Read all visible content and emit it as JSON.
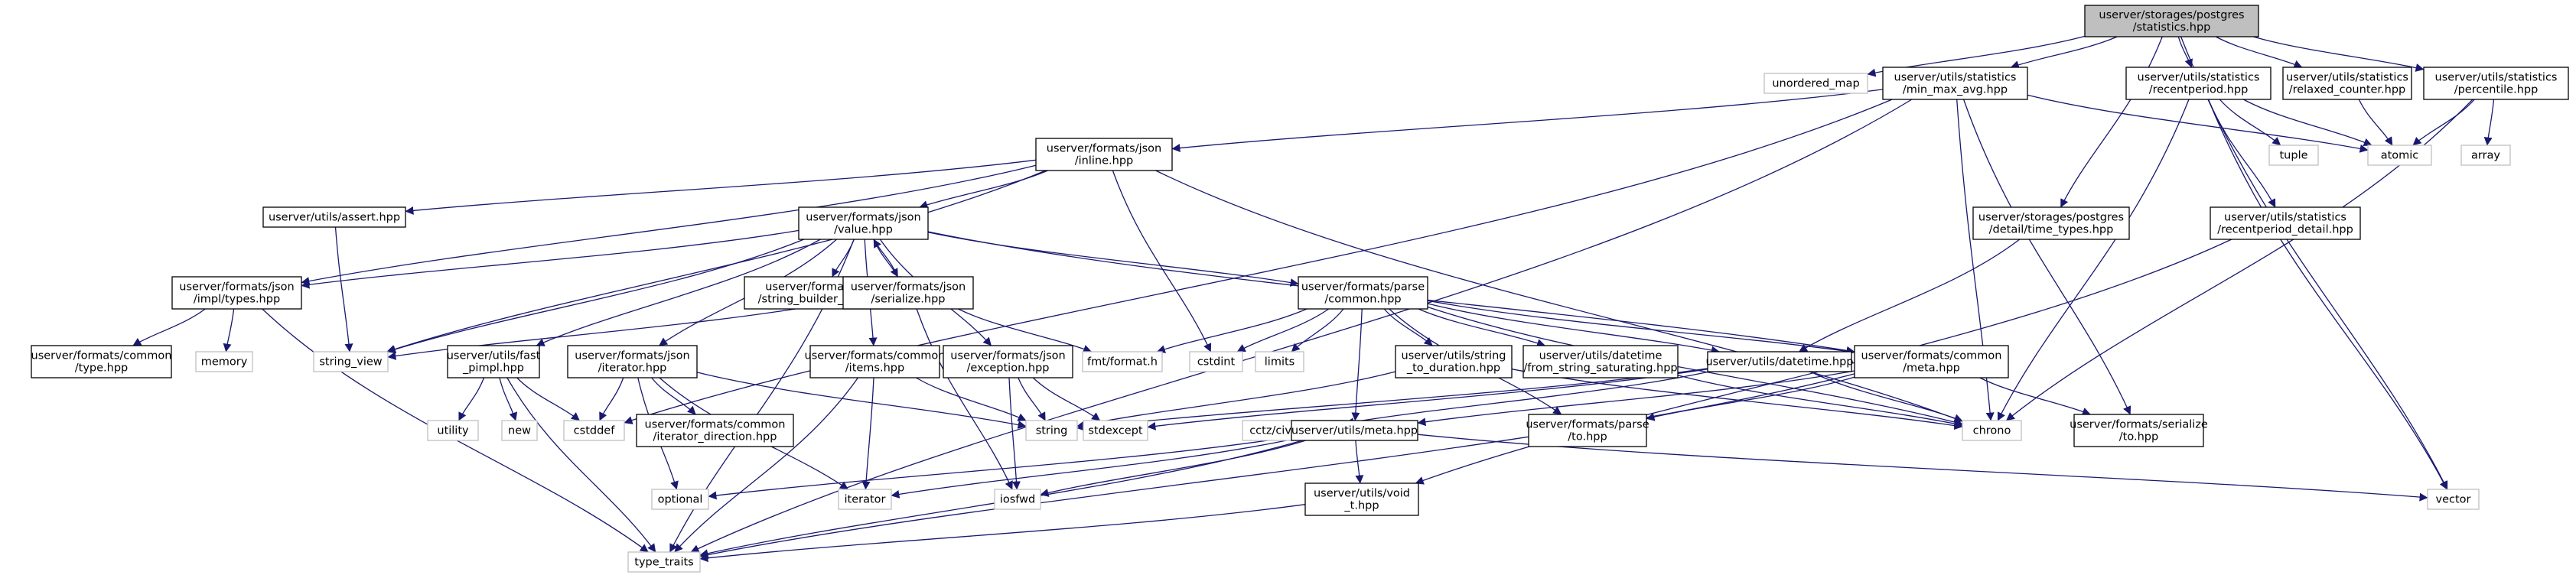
{
  "graph": {
    "nodes": [
      {
        "id": "root",
        "lines": [
          "userver/storages/postgres",
          "/statistics.hpp"
        ],
        "kind": "root"
      },
      {
        "id": "unordered_map",
        "lines": [
          "unordered_map"
        ],
        "kind": "ext"
      },
      {
        "id": "min_max_avg",
        "lines": [
          "userver/utils/statistics",
          "/min_max_avg.hpp"
        ],
        "kind": "file"
      },
      {
        "id": "recentperiod",
        "lines": [
          "userver/utils/statistics",
          "/recentperiod.hpp"
        ],
        "kind": "file"
      },
      {
        "id": "relaxed_counter",
        "lines": [
          "userver/utils/statistics",
          "/relaxed_counter.hpp"
        ],
        "kind": "file"
      },
      {
        "id": "percentile",
        "lines": [
          "userver/utils/statistics",
          "/percentile.hpp"
        ],
        "kind": "file"
      },
      {
        "id": "tuple",
        "lines": [
          "tuple"
        ],
        "kind": "ext"
      },
      {
        "id": "atomic",
        "lines": [
          "atomic"
        ],
        "kind": "ext"
      },
      {
        "id": "array",
        "lines": [
          "array"
        ],
        "kind": "ext"
      },
      {
        "id": "json_inline",
        "lines": [
          "userver/formats/json",
          "/inline.hpp"
        ],
        "kind": "file"
      },
      {
        "id": "utils_assert",
        "lines": [
          "userver/utils/assert.hpp"
        ],
        "kind": "file"
      },
      {
        "id": "json_value",
        "lines": [
          "userver/formats/json",
          "/value.hpp"
        ],
        "kind": "file"
      },
      {
        "id": "time_types",
        "lines": [
          "userver/storages/postgres",
          "/detail/time_types.hpp"
        ],
        "kind": "file"
      },
      {
        "id": "recentperiod_detail",
        "lines": [
          "userver/utils/statistics",
          "/recentperiod_detail.hpp"
        ],
        "kind": "file"
      },
      {
        "id": "json_impl_types",
        "lines": [
          "userver/formats/json",
          "/impl/types.hpp"
        ],
        "kind": "file"
      },
      {
        "id": "string_builder_fwd",
        "lines": [
          "userver/formats/json",
          "/string_builder_fwd.hpp"
        ],
        "kind": "file"
      },
      {
        "id": "json_serialize",
        "lines": [
          "userver/formats/json",
          "/serialize.hpp"
        ],
        "kind": "file"
      },
      {
        "id": "parse_common",
        "lines": [
          "userver/formats/parse",
          "/common.hpp"
        ],
        "kind": "file"
      },
      {
        "id": "common_type",
        "lines": [
          "userver/formats/common",
          "/type.hpp"
        ],
        "kind": "file"
      },
      {
        "id": "memory",
        "lines": [
          "memory"
        ],
        "kind": "ext"
      },
      {
        "id": "string_view",
        "lines": [
          "string_view"
        ],
        "kind": "ext"
      },
      {
        "id": "fast_pimpl",
        "lines": [
          "userver/utils/fast",
          "_pimpl.hpp"
        ],
        "kind": "file"
      },
      {
        "id": "json_iterator",
        "lines": [
          "userver/formats/json",
          "/iterator.hpp"
        ],
        "kind": "file"
      },
      {
        "id": "common_items",
        "lines": [
          "userver/formats/common",
          "/items.hpp"
        ],
        "kind": "file"
      },
      {
        "id": "json_exception",
        "lines": [
          "userver/formats/json",
          "/exception.hpp"
        ],
        "kind": "file"
      },
      {
        "id": "fmt_format",
        "lines": [
          "fmt/format.h"
        ],
        "kind": "ext"
      },
      {
        "id": "cstdint",
        "lines": [
          "cstdint"
        ],
        "kind": "ext"
      },
      {
        "id": "limits",
        "lines": [
          "limits"
        ],
        "kind": "ext"
      },
      {
        "id": "string_to_duration",
        "lines": [
          "userver/utils/string",
          "_to_duration.hpp"
        ],
        "kind": "file"
      },
      {
        "id": "from_string_saturating",
        "lines": [
          "userver/utils/datetime",
          "/from_string_saturating.hpp"
        ],
        "kind": "file"
      },
      {
        "id": "utils_datetime",
        "lines": [
          "userver/utils/datetime.hpp"
        ],
        "kind": "file"
      },
      {
        "id": "common_meta",
        "lines": [
          "userver/formats/common",
          "/meta.hpp"
        ],
        "kind": "file"
      },
      {
        "id": "utility",
        "lines": [
          "utility"
        ],
        "kind": "ext"
      },
      {
        "id": "new",
        "lines": [
          "new"
        ],
        "kind": "ext"
      },
      {
        "id": "cstddef",
        "lines": [
          "cstddef"
        ],
        "kind": "ext"
      },
      {
        "id": "iterator_direction",
        "lines": [
          "userver/formats/common",
          "/iterator_direction.hpp"
        ],
        "kind": "file"
      },
      {
        "id": "string",
        "lines": [
          "string"
        ],
        "kind": "ext"
      },
      {
        "id": "stdexcept",
        "lines": [
          "stdexcept"
        ],
        "kind": "ext"
      },
      {
        "id": "cctz_civil_time",
        "lines": [
          "cctz/civil_time.h"
        ],
        "kind": "ext"
      },
      {
        "id": "utils_meta",
        "lines": [
          "userver/utils/meta.hpp"
        ],
        "kind": "file"
      },
      {
        "id": "parse_to",
        "lines": [
          "userver/formats/parse",
          "/to.hpp"
        ],
        "kind": "file"
      },
      {
        "id": "chrono",
        "lines": [
          "chrono"
        ],
        "kind": "ext"
      },
      {
        "id": "serialize_to",
        "lines": [
          "userver/formats/serialize",
          "/to.hpp"
        ],
        "kind": "file"
      },
      {
        "id": "optional",
        "lines": [
          "optional"
        ],
        "kind": "ext"
      },
      {
        "id": "iterator",
        "lines": [
          "iterator"
        ],
        "kind": "ext"
      },
      {
        "id": "iosfwd",
        "lines": [
          "iosfwd"
        ],
        "kind": "ext"
      },
      {
        "id": "void_t",
        "lines": [
          "userver/utils/void",
          "_t.hpp"
        ],
        "kind": "file"
      },
      {
        "id": "vector",
        "lines": [
          "vector"
        ],
        "kind": "ext"
      },
      {
        "id": "type_traits",
        "lines": [
          "type_traits"
        ],
        "kind": "ext"
      }
    ],
    "edges": [
      [
        "root",
        "unordered_map"
      ],
      [
        "root",
        "min_max_avg"
      ],
      [
        "root",
        "recentperiod"
      ],
      [
        "root",
        "relaxed_counter"
      ],
      [
        "root",
        "percentile"
      ],
      [
        "root",
        "time_types"
      ],
      [
        "root",
        "vector"
      ],
      [
        "min_max_avg",
        "json_inline"
      ],
      [
        "min_max_avg",
        "atomic"
      ],
      [
        "min_max_avg",
        "chrono"
      ],
      [
        "min_max_avg",
        "serialize_to"
      ],
      [
        "min_max_avg",
        "cstddef"
      ],
      [
        "min_max_avg",
        "type_traits"
      ],
      [
        "recentperiod",
        "tuple"
      ],
      [
        "recentperiod",
        "atomic"
      ],
      [
        "recentperiod",
        "recentperiod_detail"
      ],
      [
        "recentperiod",
        "chrono"
      ],
      [
        "recentperiod",
        "vector"
      ],
      [
        "relaxed_counter",
        "atomic"
      ],
      [
        "percentile",
        "atomic"
      ],
      [
        "percentile",
        "array"
      ],
      [
        "percentile",
        "chrono"
      ],
      [
        "json_inline",
        "utils_assert"
      ],
      [
        "json_inline",
        "json_value"
      ],
      [
        "json_inline",
        "json_impl_types"
      ],
      [
        "json_inline",
        "string_view"
      ],
      [
        "json_inline",
        "cstdint"
      ],
      [
        "json_inline",
        "chrono"
      ],
      [
        "utils_assert",
        "string_view"
      ],
      [
        "json_value",
        "json_impl_types"
      ],
      [
        "json_value",
        "string_builder_fwd"
      ],
      [
        "json_value",
        "json_serialize"
      ],
      [
        "json_value",
        "parse_common"
      ],
      [
        "json_value",
        "fast_pimpl"
      ],
      [
        "json_value",
        "json_iterator"
      ],
      [
        "json_value",
        "common_items"
      ],
      [
        "json_value",
        "json_exception"
      ],
      [
        "json_value",
        "common_meta"
      ],
      [
        "json_value",
        "string_view"
      ],
      [
        "json_value",
        "type_traits"
      ],
      [
        "json_serialize",
        "json_value"
      ],
      [
        "json_serialize",
        "string_view"
      ],
      [
        "json_serialize",
        "fmt_format"
      ],
      [
        "json_serialize",
        "iosfwd"
      ],
      [
        "time_types",
        "utils_datetime"
      ],
      [
        "recentperiod_detail",
        "void_t"
      ],
      [
        "json_impl_types",
        "common_type"
      ],
      [
        "json_impl_types",
        "memory"
      ],
      [
        "json_impl_types",
        "type_traits"
      ],
      [
        "parse_common",
        "fmt_format"
      ],
      [
        "parse_common",
        "cstdint"
      ],
      [
        "parse_common",
        "limits"
      ],
      [
        "parse_common",
        "string_to_duration"
      ],
      [
        "parse_common",
        "from_string_saturating"
      ],
      [
        "parse_common",
        "utils_datetime"
      ],
      [
        "parse_common",
        "common_meta"
      ],
      [
        "parse_common",
        "utils_meta"
      ],
      [
        "parse_common",
        "parse_to"
      ],
      [
        "parse_common",
        "chrono"
      ],
      [
        "fast_pimpl",
        "utility"
      ],
      [
        "fast_pimpl",
        "new"
      ],
      [
        "fast_pimpl",
        "cstddef"
      ],
      [
        "fast_pimpl",
        "type_traits"
      ],
      [
        "json_iterator",
        "iterator_direction"
      ],
      [
        "json_iterator",
        "cstddef"
      ],
      [
        "json_iterator",
        "optional"
      ],
      [
        "json_iterator",
        "iterator"
      ],
      [
        "json_iterator",
        "string"
      ],
      [
        "common_items",
        "iterator"
      ],
      [
        "common_items",
        "type_traits"
      ],
      [
        "common_items",
        "string"
      ],
      [
        "json_exception",
        "string"
      ],
      [
        "json_exception",
        "stdexcept"
      ],
      [
        "json_exception",
        "iosfwd"
      ],
      [
        "string_to_duration",
        "string"
      ],
      [
        "string_to_duration",
        "chrono"
      ],
      [
        "from_string_saturating",
        "chrono"
      ],
      [
        "utils_datetime",
        "string"
      ],
      [
        "utils_datetime",
        "stdexcept"
      ],
      [
        "utils_datetime",
        "cctz_civil_time"
      ],
      [
        "utils_datetime",
        "chrono"
      ],
      [
        "common_meta",
        "utils_meta"
      ],
      [
        "common_meta",
        "parse_to"
      ],
      [
        "common_meta",
        "serialize_to"
      ],
      [
        "common_meta",
        "type_traits"
      ],
      [
        "utils_meta",
        "optional"
      ],
      [
        "utils_meta",
        "iterator"
      ],
      [
        "utils_meta",
        "iosfwd"
      ],
      [
        "utils_meta",
        "void_t"
      ],
      [
        "utils_meta",
        "vector"
      ],
      [
        "utils_meta",
        "type_traits"
      ],
      [
        "void_t",
        "type_traits"
      ]
    ]
  },
  "colors": {
    "edge": "#191970",
    "root_fill": "#bfbfbf",
    "node_border": "#000000",
    "external_border": "#c0c0c0"
  }
}
